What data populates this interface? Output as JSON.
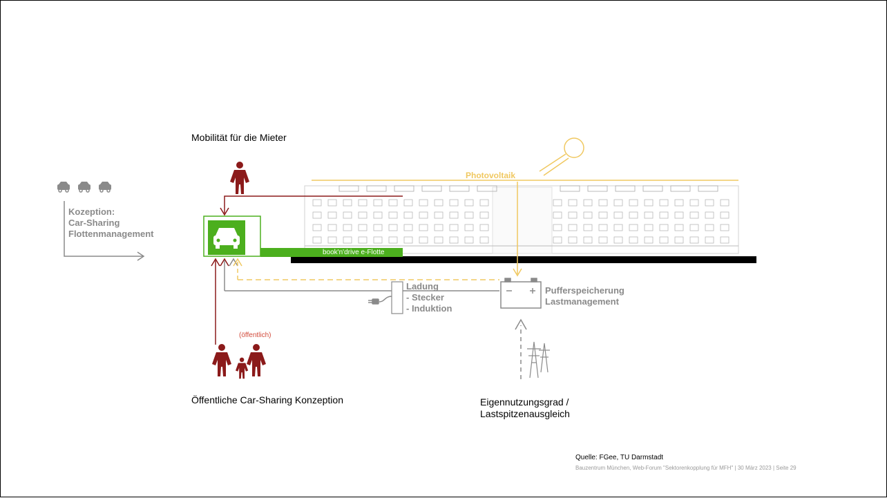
{
  "labels": {
    "mobility_tenants": "Mobilität für die Mieter",
    "concept_title": "Kozeption:",
    "concept_line1": "Car-Sharing",
    "concept_line2": "Flottenmanagement",
    "photovoltaik": "Photovoltaik",
    "fleet_bar": "book'n'drive e-Flotte",
    "charging_title": "Ladung",
    "charging_plug": "- Stecker",
    "charging_induction": "- Induktion",
    "buffer_line1": "Pufferspeicherung",
    "buffer_line2": "Lastmanagement",
    "public_tag": "(öffentlich)",
    "public_concept": "Öffentliche Car-Sharing Konzeption",
    "self_use_line1": "Eigennutzungsgrad /",
    "self_use_line2": "Lastspitzenausgleich"
  },
  "footer": {
    "source": "Quelle: FGee, TU Darmstadt",
    "note": "Bauzentrum München, Web-Forum \"Sektorenkopplung für MFH\" | 30 März 2023 | Seite 29"
  },
  "colors": {
    "red": "#8b1a1a",
    "green": "#4caf1e",
    "yellow": "#f0c860",
    "gray": "#8a8a8a"
  },
  "icons": [
    "car-icon",
    "person-icon",
    "sun-icon",
    "battery-icon",
    "power-pylon-icon",
    "plug-icon"
  ]
}
